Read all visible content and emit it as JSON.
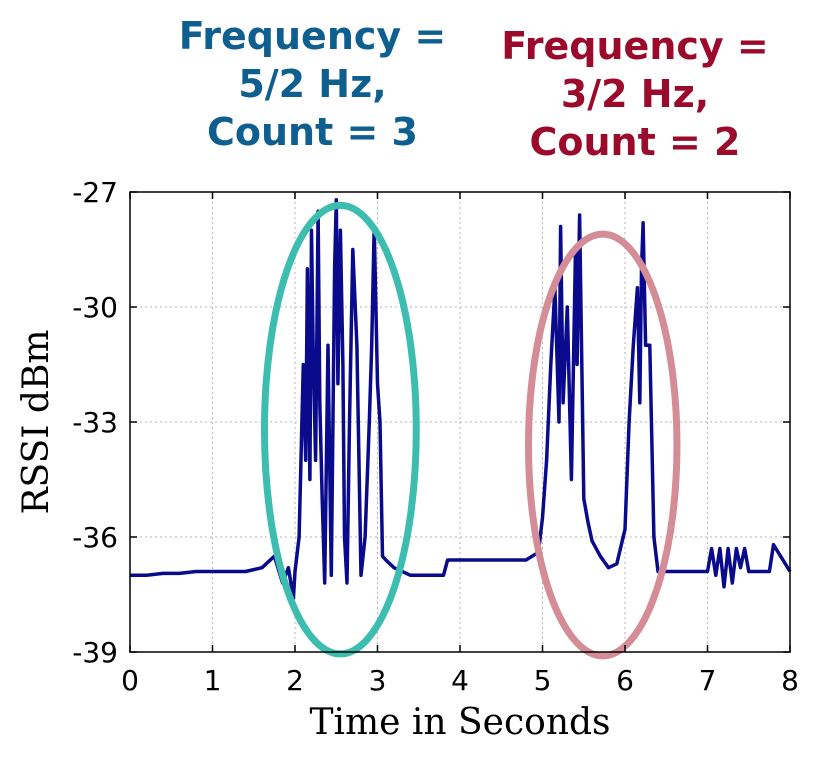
{
  "annotations": {
    "left": {
      "lines": [
        "Frequency =",
        "5/2 Hz,",
        "Count = 3"
      ],
      "color": "#0e5f8f",
      "ellipse_color": "#3dbdb0"
    },
    "right": {
      "lines": [
        "Frequency =",
        "3/2 Hz,",
        "Count = 2"
      ],
      "color": "#9b0a2a",
      "ellipse_color": "#d48d97"
    }
  },
  "chart_data": {
    "type": "line",
    "xlabel": "Time in Seconds",
    "ylabel": "RSSI dBm",
    "xlim": [
      0,
      8
    ],
    "ylim": [
      -39,
      -27
    ],
    "xticks": [
      "0",
      "1",
      "2",
      "3",
      "4",
      "5",
      "6",
      "7",
      "8"
    ],
    "yticks": [
      "-27",
      "-30",
      "-33",
      "-36",
      "-39"
    ],
    "grid": true,
    "line_color": "#0a0a8c",
    "highlights": [
      {
        "center": [
          2.55,
          -33.2
        ],
        "x_radius": 0.92,
        "y_radius": 5.85,
        "label": "left"
      },
      {
        "center": [
          5.73,
          -33.6
        ],
        "x_radius": 0.9,
        "y_radius": 5.5,
        "label": "right"
      }
    ],
    "series": [
      {
        "x": [
          0,
          0.2,
          0.4,
          0.6,
          0.8,
          1.0,
          1.2,
          1.4,
          1.6,
          1.75,
          1.85,
          1.92,
          1.98,
          2.0,
          2.05,
          2.1,
          2.13,
          2.15,
          2.18,
          2.2,
          2.22,
          2.25,
          2.28,
          2.3,
          2.33,
          2.36,
          2.4,
          2.44,
          2.48,
          2.5,
          2.52,
          2.55,
          2.58,
          2.6,
          2.63,
          2.66,
          2.7,
          2.75,
          2.8,
          2.85,
          2.9,
          2.93,
          2.96,
          3.0,
          3.03,
          3.06,
          3.1,
          3.2,
          3.4,
          3.6,
          3.8,
          3.85,
          4.0,
          4.2,
          4.4,
          4.6,
          4.8,
          4.95,
          5.0,
          5.05,
          5.1,
          5.15,
          5.2,
          5.22,
          5.25,
          5.3,
          5.35,
          5.4,
          5.42,
          5.45,
          5.48,
          5.5,
          5.55,
          5.6,
          5.7,
          5.8,
          5.9,
          6.0,
          6.05,
          6.1,
          6.15,
          6.18,
          6.2,
          6.22,
          6.25,
          6.3,
          6.35,
          6.4,
          6.45,
          6.5,
          6.6,
          6.8,
          7.0,
          7.05,
          7.1,
          7.15,
          7.2,
          7.25,
          7.3,
          7.35,
          7.4,
          7.45,
          7.5,
          7.6,
          7.7,
          7.75,
          7.8,
          8.0
        ],
        "y": [
          -37.0,
          -37.0,
          -36.95,
          -36.95,
          -36.9,
          -36.9,
          -36.9,
          -36.9,
          -36.8,
          -36.5,
          -37.2,
          -36.8,
          -37.6,
          -36.9,
          -36.0,
          -31.5,
          -34.0,
          -29.0,
          -34.5,
          -28.0,
          -31.0,
          -34.0,
          -27.5,
          -32.5,
          -35.0,
          -37.2,
          -31.0,
          -37.0,
          -29.0,
          -27.2,
          -32.0,
          -28.0,
          -31.5,
          -36.0,
          -37.2,
          -33.0,
          -28.5,
          -31.0,
          -37.0,
          -36.0,
          -33.0,
          -31.0,
          -27.9,
          -32.0,
          -33.0,
          -36.5,
          -36.6,
          -36.8,
          -37.0,
          -37.0,
          -37.0,
          -36.6,
          -36.6,
          -36.6,
          -36.6,
          -36.6,
          -36.6,
          -36.4,
          -35.5,
          -34.0,
          -31.5,
          -29.5,
          -33.0,
          -27.9,
          -32.5,
          -30.0,
          -34.5,
          -28.5,
          -31.5,
          -27.6,
          -32.0,
          -35.0,
          -35.6,
          -36.1,
          -36.5,
          -36.8,
          -36.7,
          -35.8,
          -33.0,
          -31.0,
          -29.5,
          -32.5,
          -29.0,
          -27.8,
          -31.0,
          -31.0,
          -36.0,
          -36.9,
          -36.9,
          -36.9,
          -36.9,
          -36.9,
          -36.9,
          -36.3,
          -37.0,
          -36.3,
          -37.3,
          -36.3,
          -37.2,
          -36.3,
          -36.8,
          -36.3,
          -36.9,
          -36.9,
          -36.9,
          -36.9,
          -36.2,
          -36.9
        ]
      }
    ]
  }
}
